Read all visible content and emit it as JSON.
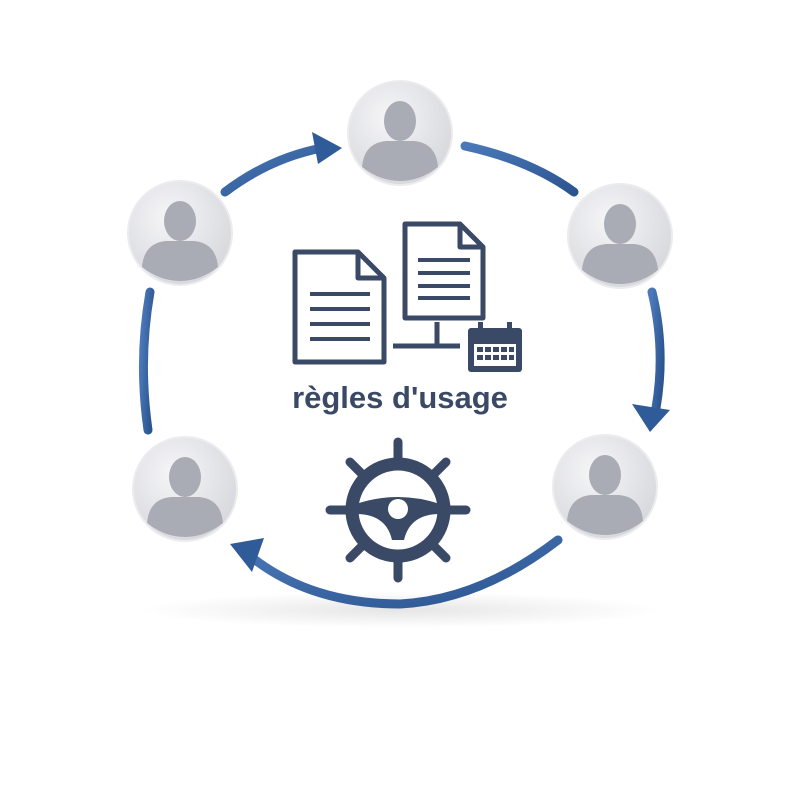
{
  "center_label": "règles d'usage",
  "colors": {
    "icon": "#3a4a66",
    "arrow": "#3a66a8",
    "avatar_bg": "#e4e5e9",
    "avatar_figure": "#a9acb4"
  },
  "participants": [
    {
      "id": "top"
    },
    {
      "id": "top-right"
    },
    {
      "id": "bottom-right"
    },
    {
      "id": "bottom-left"
    },
    {
      "id": "top-left"
    }
  ]
}
